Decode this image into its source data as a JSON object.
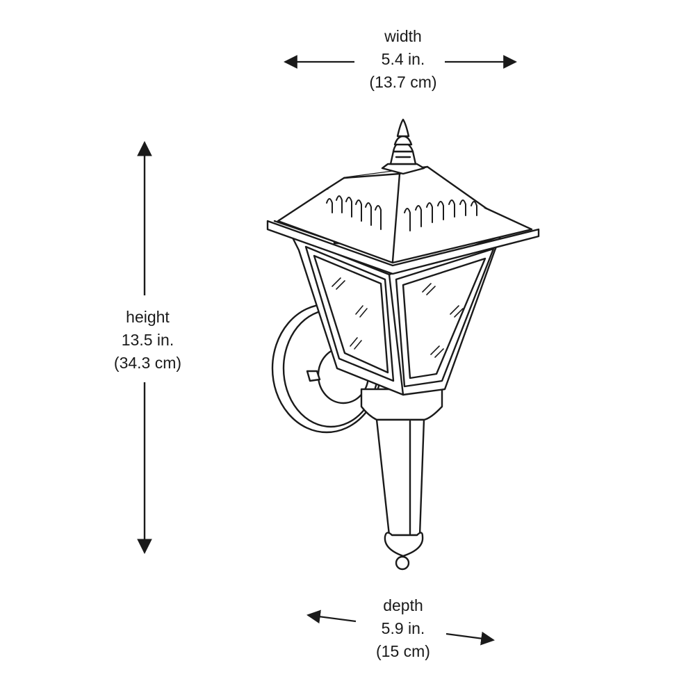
{
  "dimensions": {
    "width": {
      "label": "width",
      "imperial": "5.4 in.",
      "metric": "(13.7 cm)"
    },
    "height": {
      "label": "height",
      "imperial": "13.5 in.",
      "metric": "(34.3 cm)"
    },
    "depth": {
      "label": "depth",
      "imperial": "5.9 in.",
      "metric": "(15 cm)"
    }
  },
  "colors": {
    "line": "#1a1a1a",
    "background": "#ffffff"
  }
}
